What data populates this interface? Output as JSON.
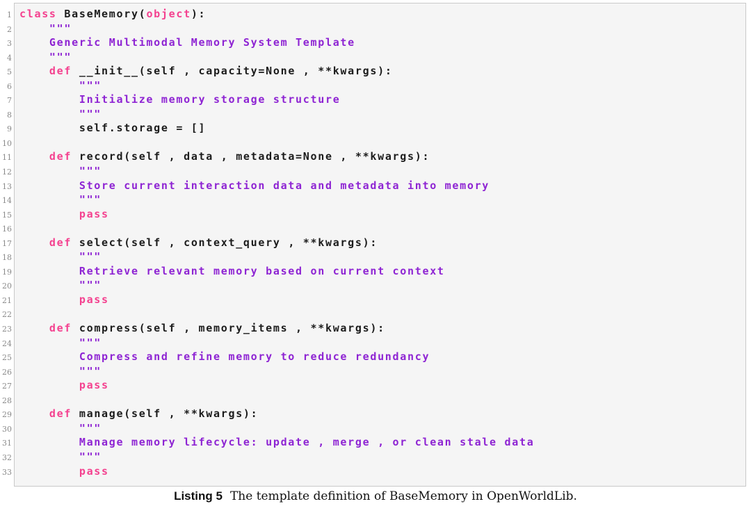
{
  "colors": {
    "keyword": "#F4418F",
    "string": "#8E24D3",
    "code": "#1C1C1C",
    "line_number": "#8A8A8A",
    "frame_background": "#F5F5F5",
    "frame_border": "#C9C9C9"
  },
  "listing": {
    "language": "python",
    "lines": [
      {
        "n": 1,
        "seg": [
          {
            "t": "kw",
            "s": "class "
          },
          {
            "t": "code",
            "s": "BaseMemory("
          },
          {
            "t": "kw",
            "s": "object"
          },
          {
            "t": "code",
            "s": "):"
          }
        ]
      },
      {
        "n": 2,
        "seg": [
          {
            "t": "str",
            "s": "    \"\"\""
          }
        ]
      },
      {
        "n": 3,
        "seg": [
          {
            "t": "str",
            "s": "    Generic Multimodal Memory System Template"
          }
        ]
      },
      {
        "n": 4,
        "seg": [
          {
            "t": "str",
            "s": "    \"\"\""
          }
        ]
      },
      {
        "n": 5,
        "seg": [
          {
            "t": "kw",
            "s": "    def "
          },
          {
            "t": "code",
            "s": "__init__(self , capacity=None , **kwargs):"
          }
        ]
      },
      {
        "n": 6,
        "seg": [
          {
            "t": "str",
            "s": "        \"\"\""
          }
        ]
      },
      {
        "n": 7,
        "seg": [
          {
            "t": "str",
            "s": "        Initialize memory storage structure"
          }
        ]
      },
      {
        "n": 8,
        "seg": [
          {
            "t": "str",
            "s": "        \"\"\""
          }
        ]
      },
      {
        "n": 9,
        "seg": [
          {
            "t": "code",
            "s": "        self.storage = []"
          }
        ]
      },
      {
        "n": 10,
        "seg": []
      },
      {
        "n": 11,
        "seg": [
          {
            "t": "kw",
            "s": "    def "
          },
          {
            "t": "code",
            "s": "record(self , data , metadata=None , **kwargs):"
          }
        ]
      },
      {
        "n": 12,
        "seg": [
          {
            "t": "str",
            "s": "        \"\"\""
          }
        ]
      },
      {
        "n": 13,
        "seg": [
          {
            "t": "str",
            "s": "        Store current interaction data and metadata into memory"
          }
        ]
      },
      {
        "n": 14,
        "seg": [
          {
            "t": "str",
            "s": "        \"\"\""
          }
        ]
      },
      {
        "n": 15,
        "seg": [
          {
            "t": "kw",
            "s": "        pass"
          }
        ]
      },
      {
        "n": 16,
        "seg": []
      },
      {
        "n": 17,
        "seg": [
          {
            "t": "kw",
            "s": "    def "
          },
          {
            "t": "code",
            "s": "select(self , context_query , **kwargs):"
          }
        ]
      },
      {
        "n": 18,
        "seg": [
          {
            "t": "str",
            "s": "        \"\"\""
          }
        ]
      },
      {
        "n": 19,
        "seg": [
          {
            "t": "str",
            "s": "        Retrieve relevant memory based on current context"
          }
        ]
      },
      {
        "n": 20,
        "seg": [
          {
            "t": "str",
            "s": "        \"\"\""
          }
        ]
      },
      {
        "n": 21,
        "seg": [
          {
            "t": "kw",
            "s": "        pass"
          }
        ]
      },
      {
        "n": 22,
        "seg": []
      },
      {
        "n": 23,
        "seg": [
          {
            "t": "kw",
            "s": "    def "
          },
          {
            "t": "code",
            "s": "compress(self , memory_items , **kwargs):"
          }
        ]
      },
      {
        "n": 24,
        "seg": [
          {
            "t": "str",
            "s": "        \"\"\""
          }
        ]
      },
      {
        "n": 25,
        "seg": [
          {
            "t": "str",
            "s": "        Compress and refine memory to reduce redundancy"
          }
        ]
      },
      {
        "n": 26,
        "seg": [
          {
            "t": "str",
            "s": "        \"\"\""
          }
        ]
      },
      {
        "n": 27,
        "seg": [
          {
            "t": "kw",
            "s": "        pass"
          }
        ]
      },
      {
        "n": 28,
        "seg": []
      },
      {
        "n": 29,
        "seg": [
          {
            "t": "kw",
            "s": "    def "
          },
          {
            "t": "code",
            "s": "manage(self , **kwargs):"
          }
        ]
      },
      {
        "n": 30,
        "seg": [
          {
            "t": "str",
            "s": "        \"\"\""
          }
        ]
      },
      {
        "n": 31,
        "seg": [
          {
            "t": "str",
            "s": "        Manage memory lifecycle: update , merge , or clean stale data"
          }
        ]
      },
      {
        "n": 32,
        "seg": [
          {
            "t": "str",
            "s": "        \"\"\""
          }
        ]
      },
      {
        "n": 33,
        "seg": [
          {
            "t": "kw",
            "s": "        pass"
          }
        ]
      }
    ]
  },
  "caption": {
    "label": "Listing 5",
    "text": "The template definition of BaseMemory in OpenWorldLib."
  }
}
